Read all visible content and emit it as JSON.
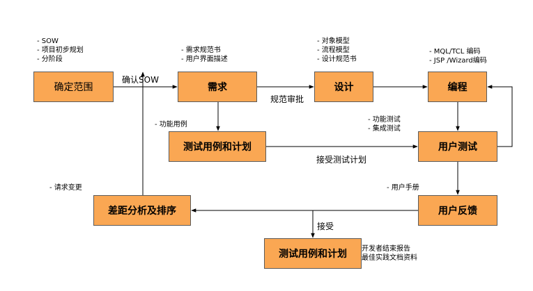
{
  "colors": {
    "box_fill": "#FAA753",
    "box_border": "#5a5a5a",
    "line": "#000000"
  },
  "boxes": {
    "scope": "确定范围",
    "requirements": "需求",
    "design": "设计",
    "coding": "编程",
    "test_plan_top": "测试用例和计划",
    "user_test": "用户测试",
    "gap_analysis": "差距分析及排序",
    "user_feedback": "用户反馈",
    "test_plan_bottom": "测试用例和计划"
  },
  "notes": {
    "scope": [
      "- SOW",
      "- 项目初步规划",
      "- 分阶段"
    ],
    "requirements": [
      "- 需求规范书",
      "- 用户界面描述"
    ],
    "design": [
      "- 对象模型",
      "- 流程模型",
      "- 设计规范书"
    ],
    "coding": [
      "- MQL/TCL 编码",
      "- JSP /Wizard编码"
    ],
    "function_case": [
      "- 功能用例"
    ],
    "user_test": [
      "- 功能测试",
      "- 集成测试"
    ],
    "change_request": [
      "- 请求变更"
    ],
    "user_manual": [
      "- 用户手册"
    ],
    "final": [
      "开发者结束报告",
      "最佳实践文档资料"
    ]
  },
  "labels": {
    "confirm_sow": "确认SOW",
    "review_spec": "规范审批",
    "accept_test_plan": "接受测试计划",
    "accept": "接受"
  }
}
